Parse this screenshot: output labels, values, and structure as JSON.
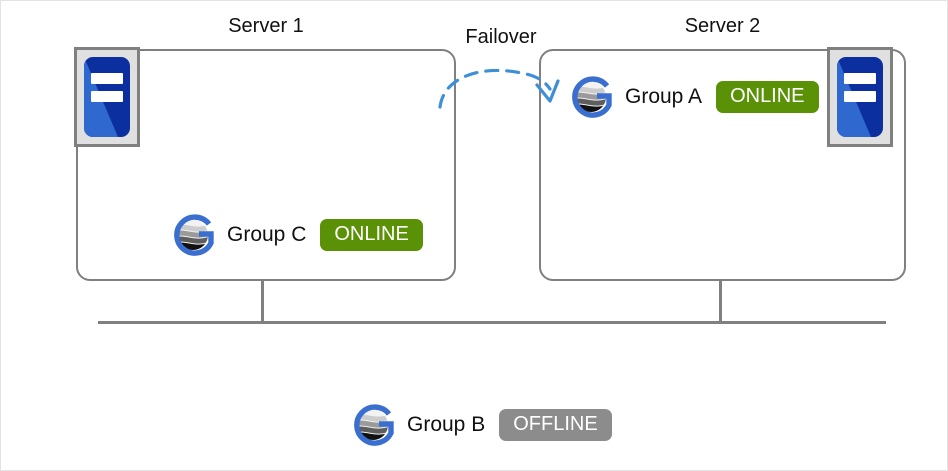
{
  "diagram": {
    "title_hidden": "",
    "servers": [
      {
        "id": "server1",
        "label": "Server 1"
      },
      {
        "id": "server2",
        "label": "Server 2"
      }
    ],
    "failover": {
      "label": "Failover",
      "direction": "server1-to-server2",
      "line_style": "dashed",
      "color": "#3f8fd8"
    },
    "groups": [
      {
        "id": "group-a",
        "label": "Group A",
        "status": "ONLINE",
        "status_color": "#5a9106",
        "location": "server2"
      },
      {
        "id": "group-c",
        "label": "Group C",
        "status": "ONLINE",
        "status_color": "#5a9106",
        "location": "server1"
      },
      {
        "id": "group-b",
        "label": "Group B",
        "status": "OFFLINE",
        "status_color": "#8c8c8c",
        "location": "none"
      }
    ],
    "icons": {
      "server_machine": "server-icon",
      "group_logo": "group-globe-g-icon"
    },
    "colors": {
      "box_border": "#808080",
      "network_line": "#808080",
      "server_icon_blue_light": "#2f68cf",
      "server_icon_blue_dark": "#0b2f9e",
      "logo_ring_blue": "#3a6fd0"
    },
    "network": {
      "bus_label": ""
    }
  }
}
